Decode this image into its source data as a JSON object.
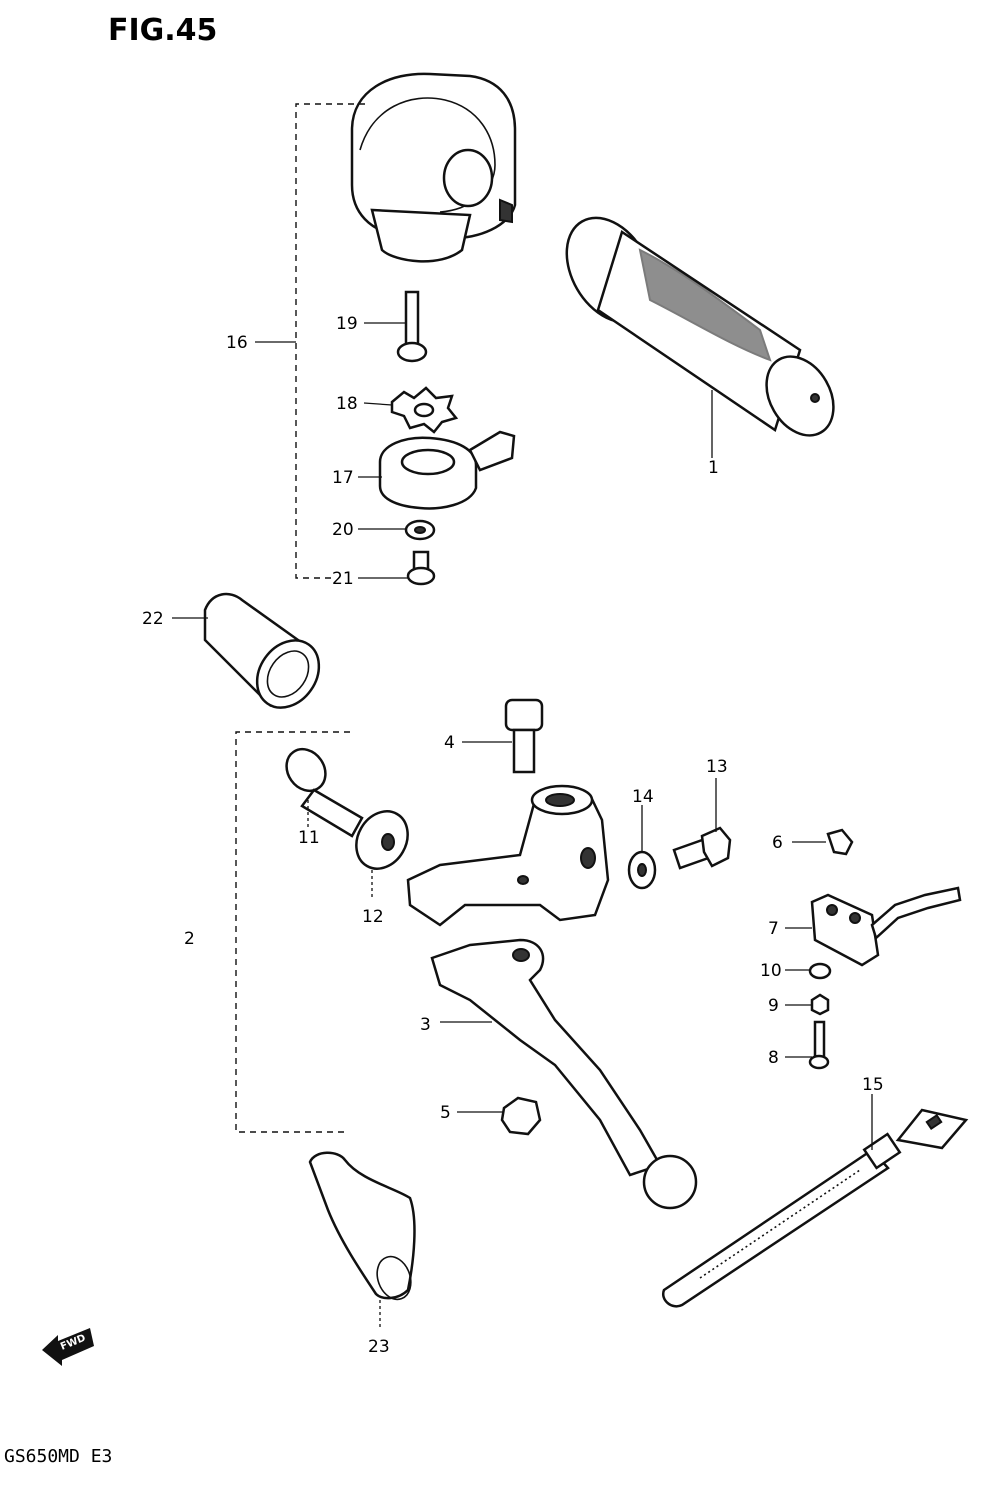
{
  "figure": {
    "title": "FIG.45"
  },
  "model_code": "GS650MD E3",
  "direction_arrow": {
    "label": "FWD"
  },
  "callouts": {
    "c1": "1",
    "c2": "2",
    "c3": "3",
    "c4": "4",
    "c5": "5",
    "c6": "6",
    "c7": "7",
    "c8": "8",
    "c9": "9",
    "c10": "10",
    "c11": "11",
    "c12": "12",
    "c13": "13",
    "c14": "14",
    "c15": "15",
    "c16": "16",
    "c17": "17",
    "c18": "18",
    "c19": "19",
    "c20": "20",
    "c21": "21",
    "c22": "22",
    "c23": "23"
  }
}
